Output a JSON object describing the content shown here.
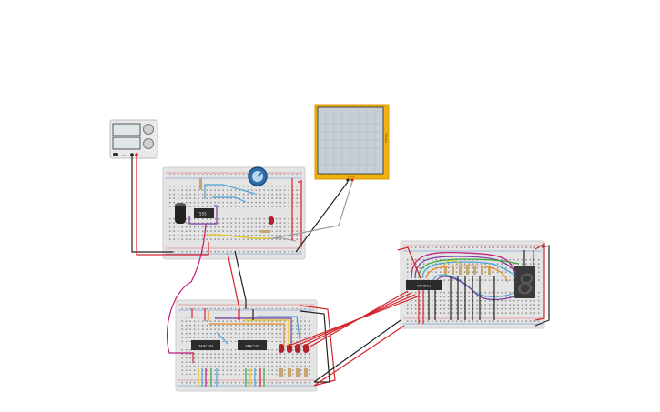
{
  "canvas": {
    "background": "#ffffff",
    "description_hidden": true
  },
  "power_supply": {
    "output_label": "+5V"
  },
  "oscilloscope": {
    "screen_color": "#c6d0d4",
    "frame_color": "#f2b10f",
    "side_label": "Voltage",
    "bottom_label": "1 ms"
  },
  "breadboard_top": {
    "ic_label": "555"
  },
  "breadboard_bottom": {
    "ic_left_label": "74HC161",
    "ic_right_label": "74HC192"
  },
  "breadboard_right": {
    "ic_label": "CD4511",
    "seven_segment_digit": "8"
  },
  "colors": {
    "breadboard": "#e4e4e4",
    "wire_red": "#d6232a",
    "wire_black": "#222222",
    "wire_blue": "#4aa3d8",
    "wire_purple": "#7a3fa0",
    "wire_yellow": "#e3c515",
    "wire_magenta": "#c2187a",
    "wire_green": "#3aa83c",
    "wire_orange": "#e58a1e",
    "led_red": "#b3202a",
    "segment_display": "#3a3a3a",
    "pot_knob": "#2f6fb0"
  }
}
